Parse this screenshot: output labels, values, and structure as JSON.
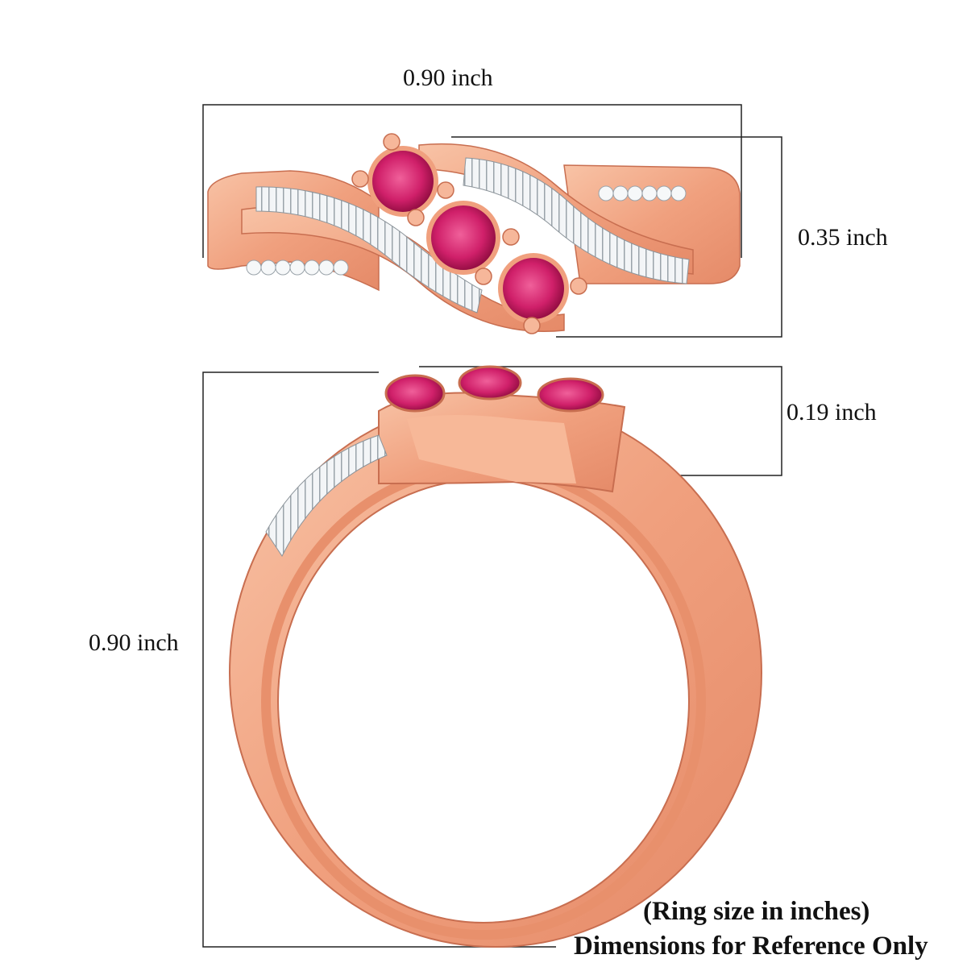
{
  "dimensions": {
    "top_width": "0.90 inch",
    "top_height": "0.35 inch",
    "side_setting_height": "0.19 inch",
    "side_total_height": "0.90 inch"
  },
  "notes": {
    "ring_size": "(Ring size in inches)",
    "reference": "Dimensions for Reference Only"
  },
  "colors": {
    "rose_gold": "#f2a98a",
    "rose_gold_dark": "#d47a5a",
    "ruby": "#d0206a",
    "diamond": "#eef2f4",
    "line": "#222222"
  }
}
